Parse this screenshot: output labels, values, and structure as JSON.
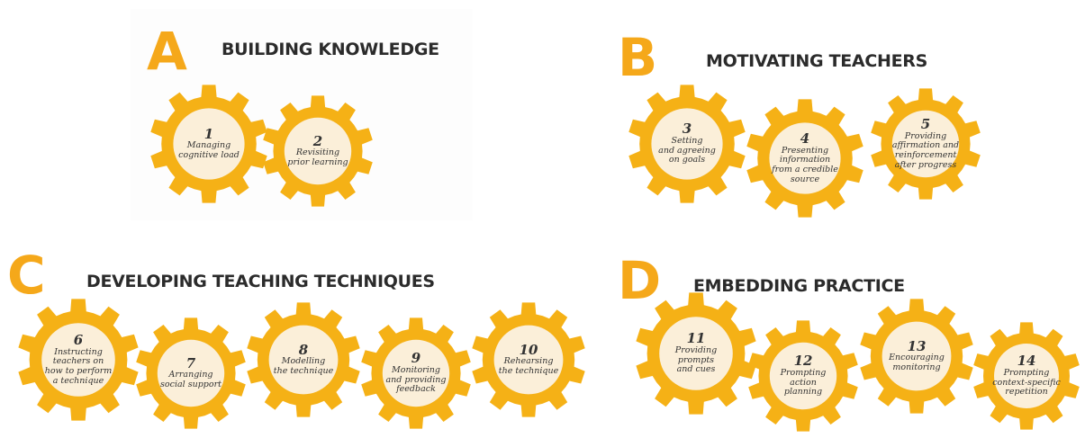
{
  "colors": {
    "gear": "#f5b116",
    "gear_hub": "#fbefd9",
    "letter": "#f5a81a",
    "heading": "#2b2b2b",
    "text": "#333333"
  },
  "sections": [
    {
      "letter": "A",
      "title": "BUILDING KNOWLEDGE",
      "gears": [
        {
          "number": "1",
          "label": "Managing\ncognitive load"
        },
        {
          "number": "2",
          "label": "Revisiting\nprior learning"
        }
      ]
    },
    {
      "letter": "B",
      "title": "MOTIVATING TEACHERS",
      "gears": [
        {
          "number": "3",
          "label": "Setting\nand agreeing\non goals"
        },
        {
          "number": "4",
          "label": "Presenting\ninformation\nfrom a credible\nsource"
        },
        {
          "number": "5",
          "label": "Providing\naffirmation and\nreinforcement\nafter progress"
        }
      ]
    },
    {
      "letter": "C",
      "title": "DEVELOPING TEACHING TECHNIQUES",
      "gears": [
        {
          "number": "6",
          "label": "Instructing\nteachers on\nhow to perform\na technique"
        },
        {
          "number": "7",
          "label": "Arranging\nsocial support"
        },
        {
          "number": "8",
          "label": "Modelling\nthe technique"
        },
        {
          "number": "9",
          "label": "Monitoring\nand providing\nfeedback"
        },
        {
          "number": "10",
          "label": "Rehearsing\nthe technique"
        }
      ]
    },
    {
      "letter": "D",
      "title": "EMBEDDING PRACTICE",
      "gears": [
        {
          "number": "11",
          "label": "Providing\nprompts\nand cues"
        },
        {
          "number": "12",
          "label": "Prompting\naction\nplanning"
        },
        {
          "number": "13",
          "label": "Encouraging\nmonitoring"
        },
        {
          "number": "14",
          "label": "Prompting\ncontext-specific\nrepetition"
        }
      ]
    }
  ]
}
